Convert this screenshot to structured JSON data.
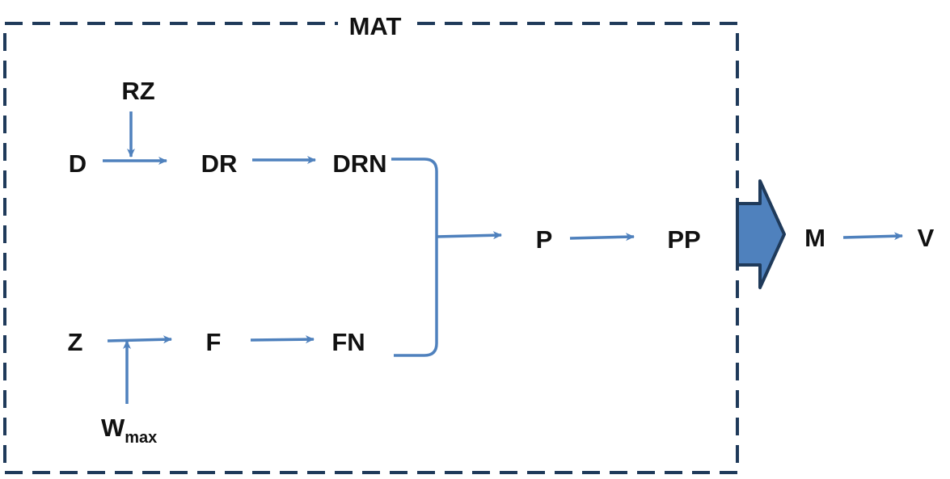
{
  "container": {
    "title": "MAT"
  },
  "nodes": {
    "rz": "RZ",
    "d": "D",
    "dr": "DR",
    "drn": "DRN",
    "z": "Z",
    "f": "F",
    "fn": "FN",
    "w_main": "W",
    "w_sub": "max",
    "p": "P",
    "pp": "PP",
    "m": "M",
    "v": "V"
  },
  "colors": {
    "arrow": "#4f81bd",
    "box_border": "#1f3a5a",
    "big_arrow_fill": "#4f81bd",
    "big_arrow_stroke": "#1f3a5a",
    "text": "#111111"
  }
}
